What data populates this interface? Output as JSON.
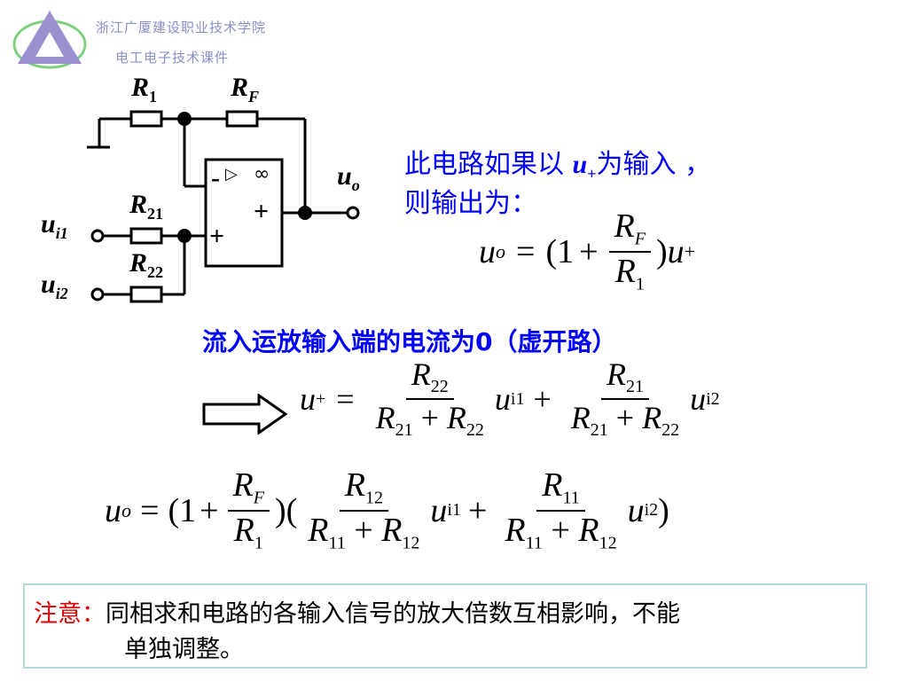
{
  "header": {
    "school": "浙江广厦建设职业技术学院",
    "course": "电工电子技术课件"
  },
  "circuit": {
    "labels": {
      "r1": "R",
      "r1_sub": "1",
      "rf": "R",
      "rf_sub": "F",
      "r21": "R",
      "r21_sub": "21",
      "r22": "R",
      "r22_sub": "22",
      "ui1": "u",
      "ui1_sub": "i1",
      "ui2": "u",
      "ui2_sub": "i2",
      "uo": "u",
      "uo_sub": "o",
      "minus": "-",
      "plus_out": "+",
      "plus_in": "+",
      "triangle": "▷",
      "infinity": "∞"
    }
  },
  "text": {
    "intro_line1_a": "此电路如果以",
    "intro_var": "u",
    "intro_var_sub": "+",
    "intro_line1_b": "为输入 ，",
    "intro_line2": "则输出为：",
    "virtual_open": "流入运放输入端的电流为0（虚开路）"
  },
  "eq1": {
    "lhs": "u",
    "lhs_sub": "o",
    "equals": "=",
    "open": "(1",
    "plus": "+",
    "num": "R",
    "num_sub": "F",
    "den": "R",
    "den_sub": "1",
    "close": ")",
    "rhs": "u",
    "rhs_sub": "+"
  },
  "eq2": {
    "lhs": "u",
    "lhs_sub": "+",
    "equals": "=",
    "f1_num": "R",
    "f1_num_sub": "22",
    "f1_den_a": "R",
    "f1_den_a_sub": "21",
    "f1_den_plus": "+",
    "f1_den_b": "R",
    "f1_den_b_sub": "22",
    "t1": "u",
    "t1_sub": "i1",
    "plus": "+",
    "f2_num": "R",
    "f2_num_sub": "21",
    "f2_den_a": "R",
    "f2_den_a_sub": "21",
    "f2_den_plus": "+",
    "f2_den_b": "R",
    "f2_den_b_sub": "22",
    "t2": "u",
    "t2_sub": "i2"
  },
  "eq3": {
    "lhs": "u",
    "lhs_sub": "o",
    "equals": "=",
    "open": "(1",
    "plus1": "+",
    "rf_num": "R",
    "rf_num_sub": "F",
    "rf_den": "R",
    "rf_den_sub": "1",
    "mid": ")(",
    "f1_num": "R",
    "f1_num_sub": "12",
    "f1_den_a": "R",
    "f1_den_a_sub": "11",
    "f1_den_plus": "+",
    "f1_den_b": "R",
    "f1_den_b_sub": "12",
    "t1": "u",
    "t1_sub": "i1",
    "plus2": "+",
    "f2_num": "R",
    "f2_num_sub": "11",
    "f2_den_a": "R",
    "f2_den_a_sub": "11",
    "f2_den_plus": "+",
    "f2_den_b": "R",
    "f2_den_b_sub": "12",
    "t2": "u",
    "t2_sub": "i2",
    "close": ")"
  },
  "note": {
    "label": "注意：",
    "line1": "同相求和电路的各输入信号的放大倍数互相影响，不能",
    "line2": "单独调整。"
  },
  "colors": {
    "header": "#8a8fc8",
    "accent_blue": "#0000ff",
    "note_red": "#e00000",
    "note_border": "#b7d7d9",
    "logo": "#9b8fd0"
  }
}
